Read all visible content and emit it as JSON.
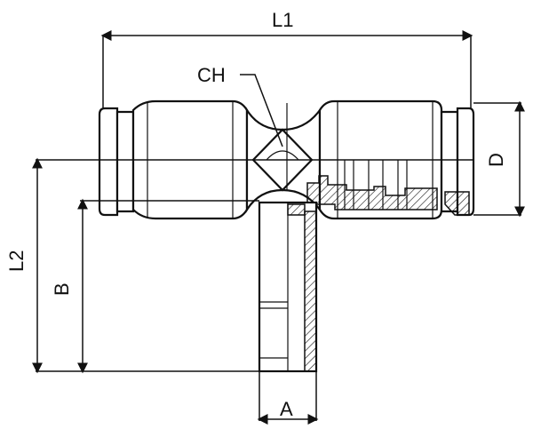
{
  "labels": {
    "l1": "L1",
    "l2": "L2",
    "ch": "CH",
    "d": "D",
    "b": "B",
    "a": "A"
  }
}
